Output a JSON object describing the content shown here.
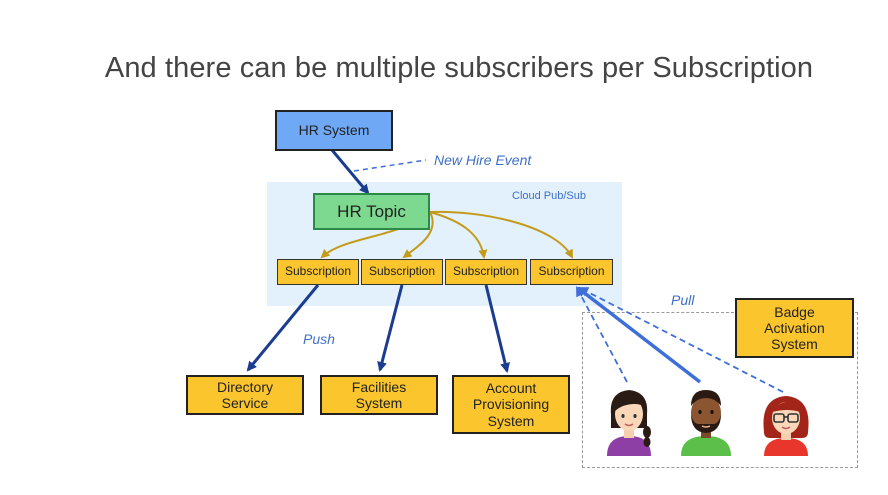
{
  "title": "And there can be multiple subscribers per Subscription",
  "hr_system": "HR System",
  "new_hire_event": "New Hire Event",
  "cloud_pubsub": "Cloud Pub/Sub",
  "hr_topic": "HR Topic",
  "subscriptions": [
    "Subscription",
    "Subscription",
    "Subscription",
    "Subscription"
  ],
  "push_label": "Push",
  "pull_label": "Pull",
  "directory_service": "Directory Service",
  "facilities_system": "Facilities System",
  "account_provisioning": "Account Provisioning System",
  "badge_activation": "Badge Activation System",
  "colors": {
    "topic_arrows": "#c49a1a",
    "push_arrows": "#1c3d8f",
    "pull_arrows": "#3e6fd8"
  }
}
